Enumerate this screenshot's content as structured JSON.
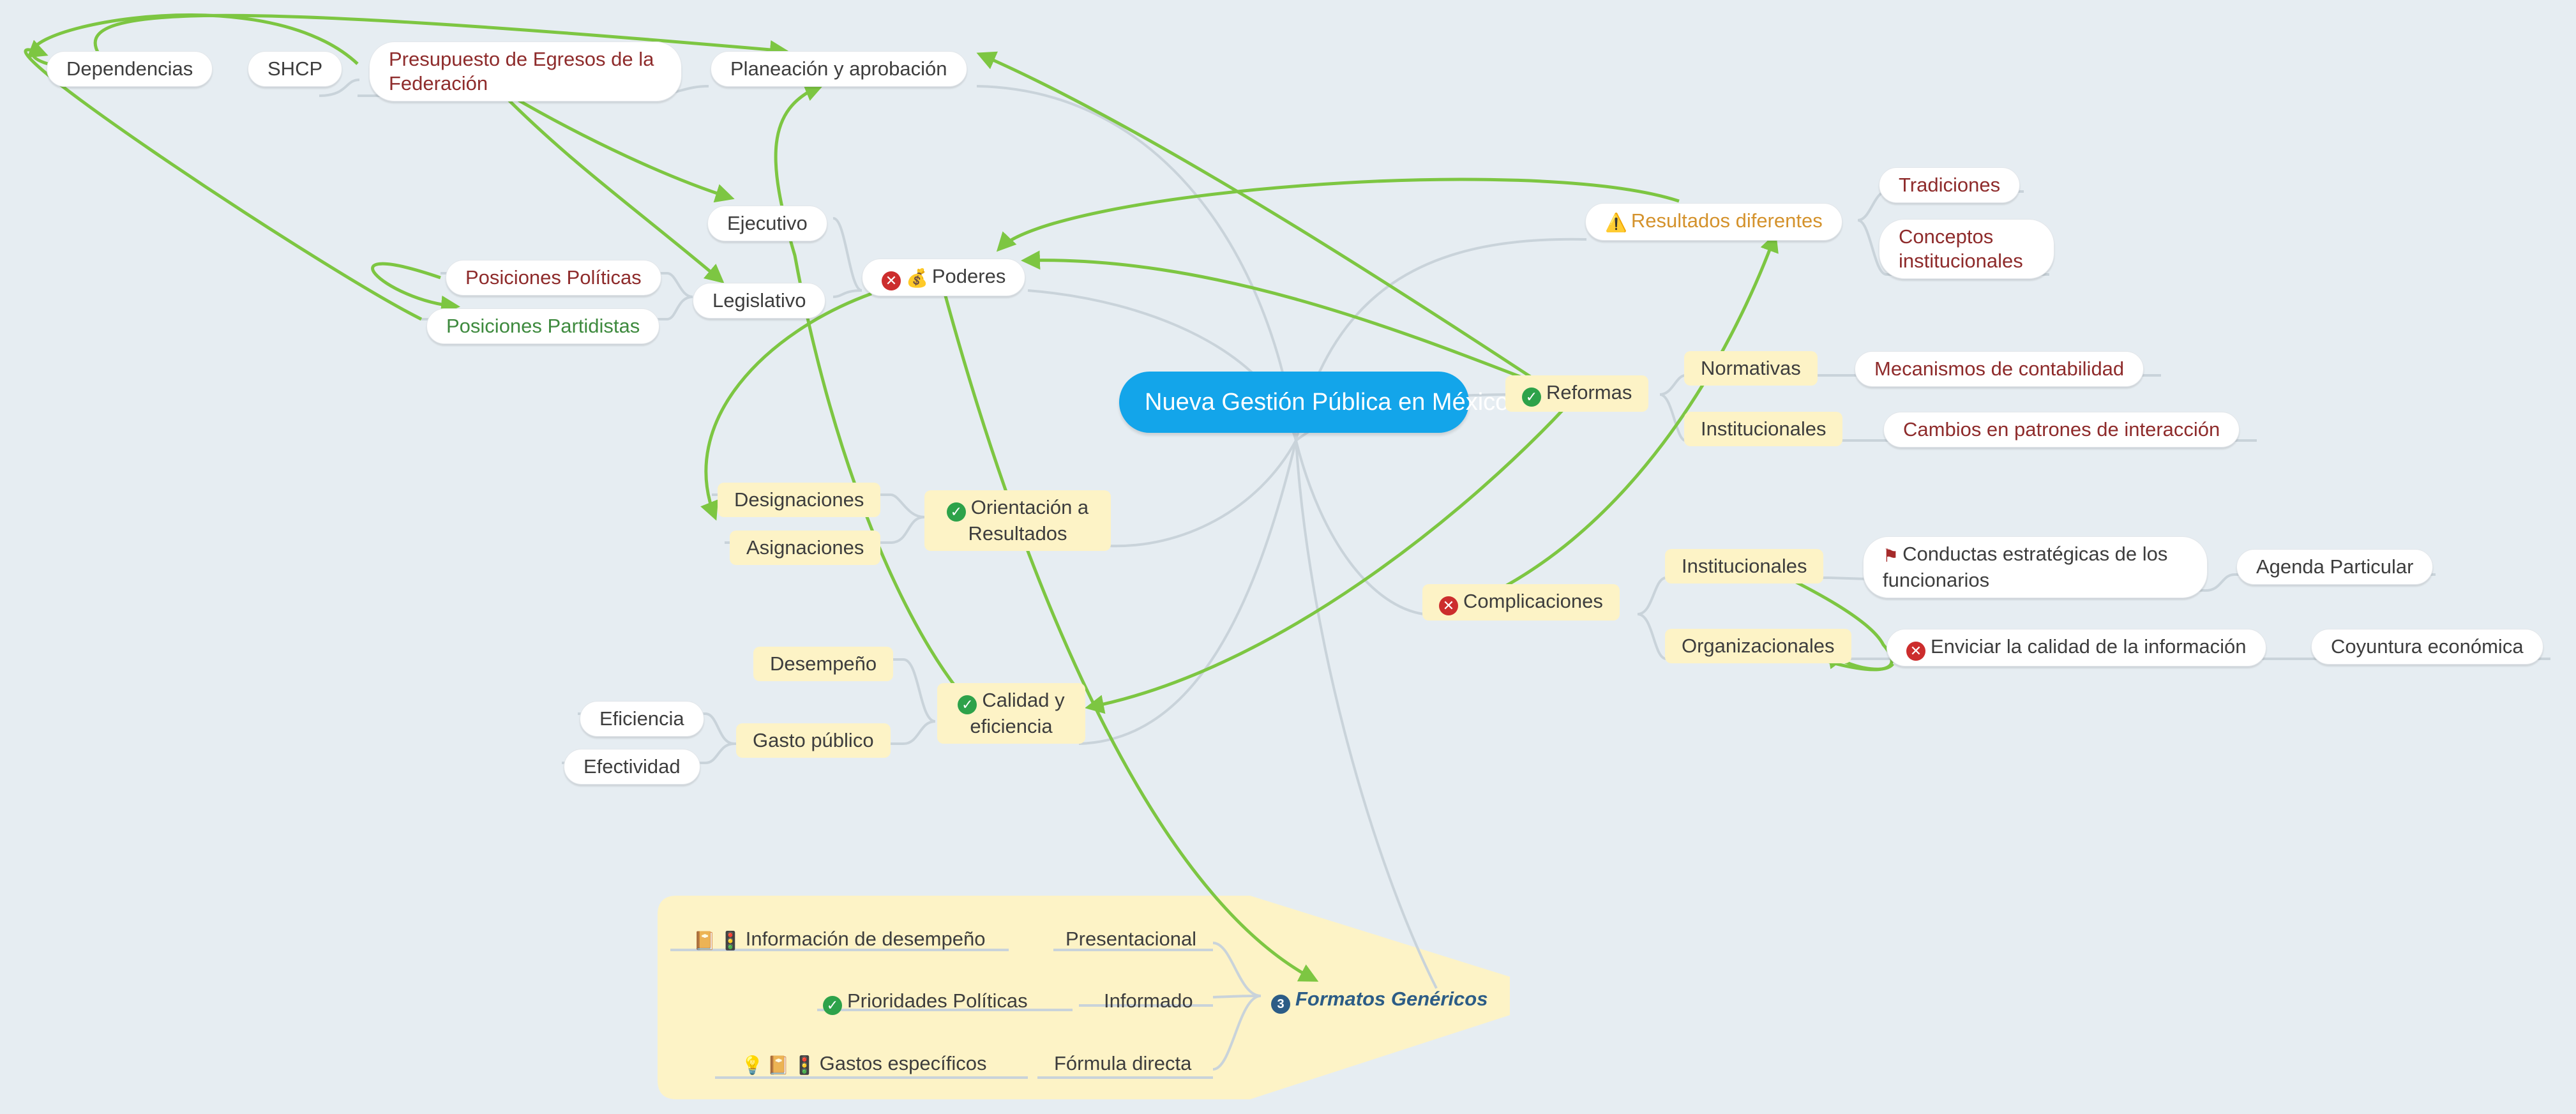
{
  "colors": {
    "background": "#e6edf2",
    "central": "#13a5ea",
    "relation": "#7dc642",
    "branch": "#c9d3da",
    "boundary": "#fdf3c6"
  },
  "central": {
    "label": "Nueva Gestión Pública en México"
  },
  "planeacion": {
    "label": "Planeación y aprobación",
    "children": [
      "Dependencias",
      "SHCP",
      "Presupuesto de Egresos de la Federación"
    ]
  },
  "poderes": {
    "label": "Poderes",
    "icons": [
      "cross-circle-icon",
      "money-bag-icon"
    ],
    "children": [
      "Ejecutivo",
      "Legislativo"
    ],
    "legislativo_children": [
      "Posiciones Políticas",
      "Posiciones Partidistas"
    ]
  },
  "orientacion": {
    "label": "Orientación a Resultados",
    "icon": "check-circle-icon",
    "children": [
      "Designaciones",
      "Asignaciones"
    ]
  },
  "calidad": {
    "label": "Calidad y eficiencia",
    "icon": "check-circle-icon",
    "children": [
      "Desempeño",
      "Gasto público"
    ],
    "gasto_children": [
      "Eficiencia",
      "Efectividad"
    ]
  },
  "formatos": {
    "label": "Formatos Genéricos",
    "badge": "3",
    "children": [
      {
        "label": "Presentacional",
        "detail": "Información de desempeño",
        "icons": [
          "book-icon",
          "traffic-light-icon"
        ]
      },
      {
        "label": "Informado",
        "detail": "Prioridades Políticas",
        "icons": [
          "check-circle-icon"
        ]
      },
      {
        "label": "Fórmula directa",
        "detail": "Gastos específicos",
        "icons": [
          "lightbulb-icon",
          "book-icon",
          "traffic-light-icon"
        ]
      }
    ]
  },
  "resultados": {
    "label": "Resultados diferentes",
    "icon": "warning-icon",
    "children": [
      "Tradiciones",
      "Conceptos institucionales"
    ]
  },
  "reformas": {
    "label": "Reformas",
    "icon": "check-circle-icon",
    "children": [
      {
        "label": "Normativas",
        "detail": "Mecanismos de contabilidad"
      },
      {
        "label": "Institucionales",
        "detail": "Cambios en patrones de interacción"
      }
    ]
  },
  "complicaciones": {
    "label": "Complicaciones",
    "icon": "cross-circle-icon",
    "children": [
      {
        "label": "Institucionales",
        "detail": "Conductas estratégicas de los funcionarios",
        "detail_icon": "flag-icon",
        "leaf": "Agenda Particular"
      },
      {
        "label": "Organizacionales",
        "detail": "Enviciar la calidad de la información",
        "detail_icon": "cross-circle-icon",
        "leaf": "Coyuntura económica"
      }
    ]
  }
}
